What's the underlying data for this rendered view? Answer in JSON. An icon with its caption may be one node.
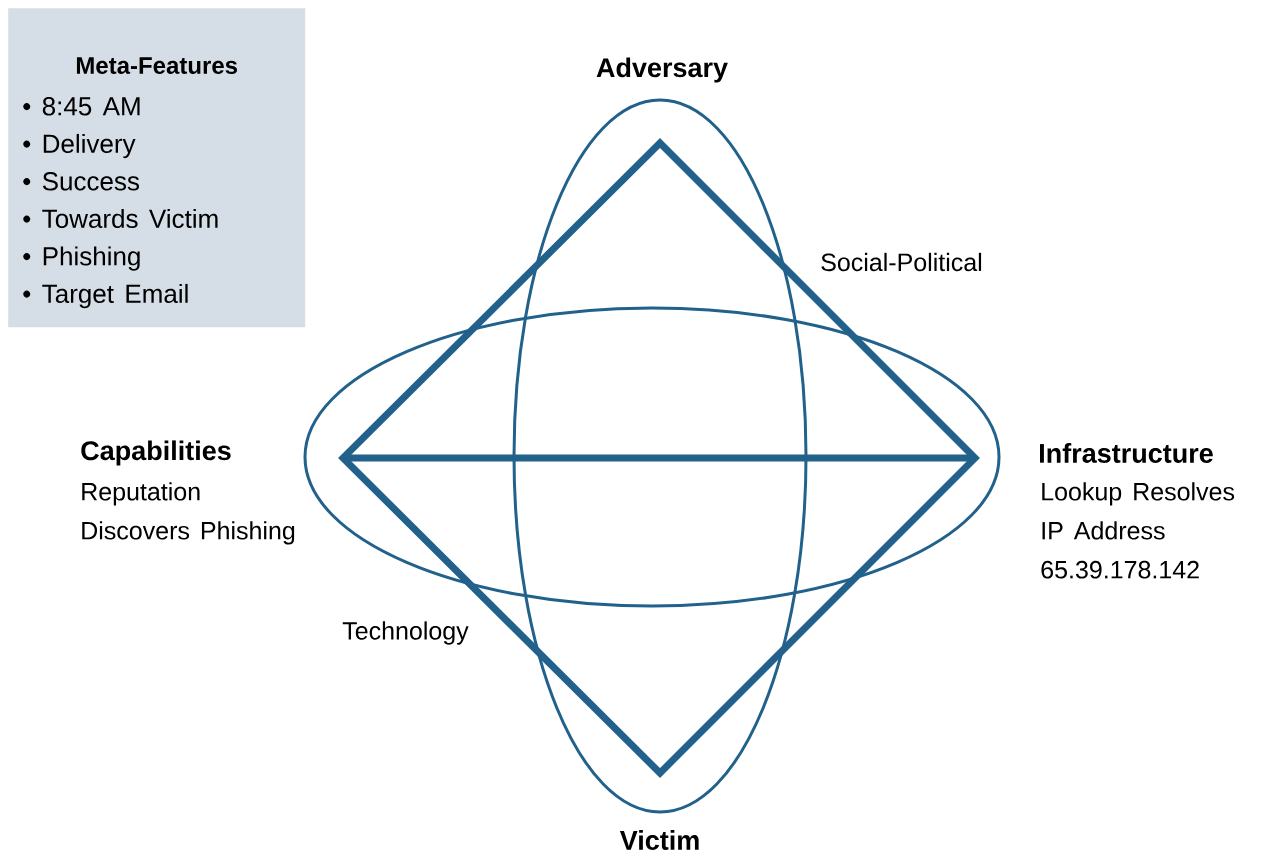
{
  "diagram": {
    "nodes": [
      {
        "text": [
          "Meta-Features",
          "• 8:45 AM",
          "• Delivery",
          "• Success",
          "• Towards Victim",
          "• Phishing",
          "• Target Email"
        ]
      }
    ],
    "labels": [
      "Adversary",
      "Social-Political",
      "Capabilities",
      "Reputation Discovers Phishing",
      "Infrastructure",
      "Lookup Resolves IP Address 65.39.178.142",
      "Technology",
      "Victim"
    ]
  }
}
